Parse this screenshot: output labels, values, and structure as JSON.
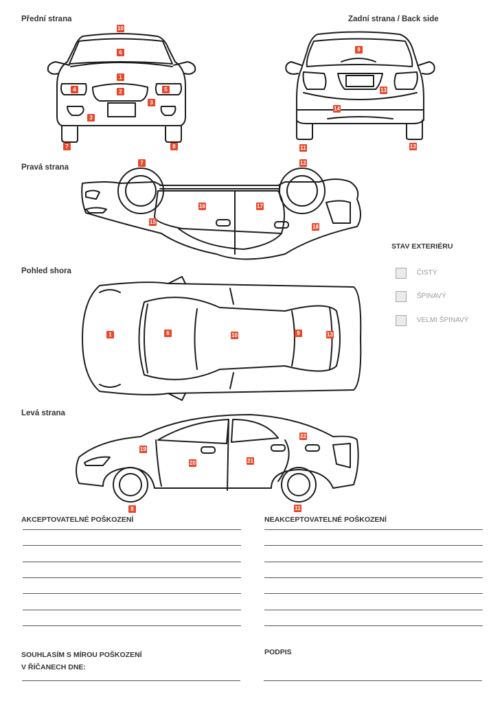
{
  "views": {
    "front": {
      "title": "Přední strana"
    },
    "back": {
      "title": "Zadní strana / Back side"
    },
    "right": {
      "title": "Pravá strana"
    },
    "top": {
      "title": "Pohled shora"
    },
    "left": {
      "title": "Levá strana"
    }
  },
  "badges": {
    "front": [
      "10",
      "6",
      "1",
      "4",
      "2",
      "5",
      "3",
      "3",
      "7",
      "8"
    ],
    "back": [
      "9",
      "13",
      "14",
      "11",
      "12"
    ],
    "right": [
      "7",
      "12",
      "16",
      "17",
      "15",
      "18"
    ],
    "top": [
      "1",
      "6",
      "10",
      "9",
      "13"
    ],
    "left": [
      "22",
      "19",
      "20",
      "21",
      "8",
      "11"
    ]
  },
  "exterior_status": {
    "title": "STAV EXTERIÉRU",
    "options": [
      {
        "label": "ČISTÝ",
        "checked": false
      },
      {
        "label": "ŠPINAVÝ",
        "checked": false
      },
      {
        "label": "VELMI ŠPINAVÝ",
        "checked": false
      }
    ]
  },
  "damage": {
    "acceptable": {
      "title": "AKCEPTOVATELNÉ POŠKOZENÍ",
      "lines": 7
    },
    "unacceptable": {
      "title": "NEAKCEPTOVATELNÉ POŠKOZENÍ",
      "lines": 7
    }
  },
  "consent": {
    "line1": "SOUHLASÍM S MÍROU POŠKOZENÍ",
    "line2": "V ŘÍČANECH DNE:"
  },
  "signature": {
    "title": "PODPIS"
  },
  "colors": {
    "badge": "#e8472a",
    "checkbox_fill": "#ebebeb",
    "text": "#333333"
  }
}
